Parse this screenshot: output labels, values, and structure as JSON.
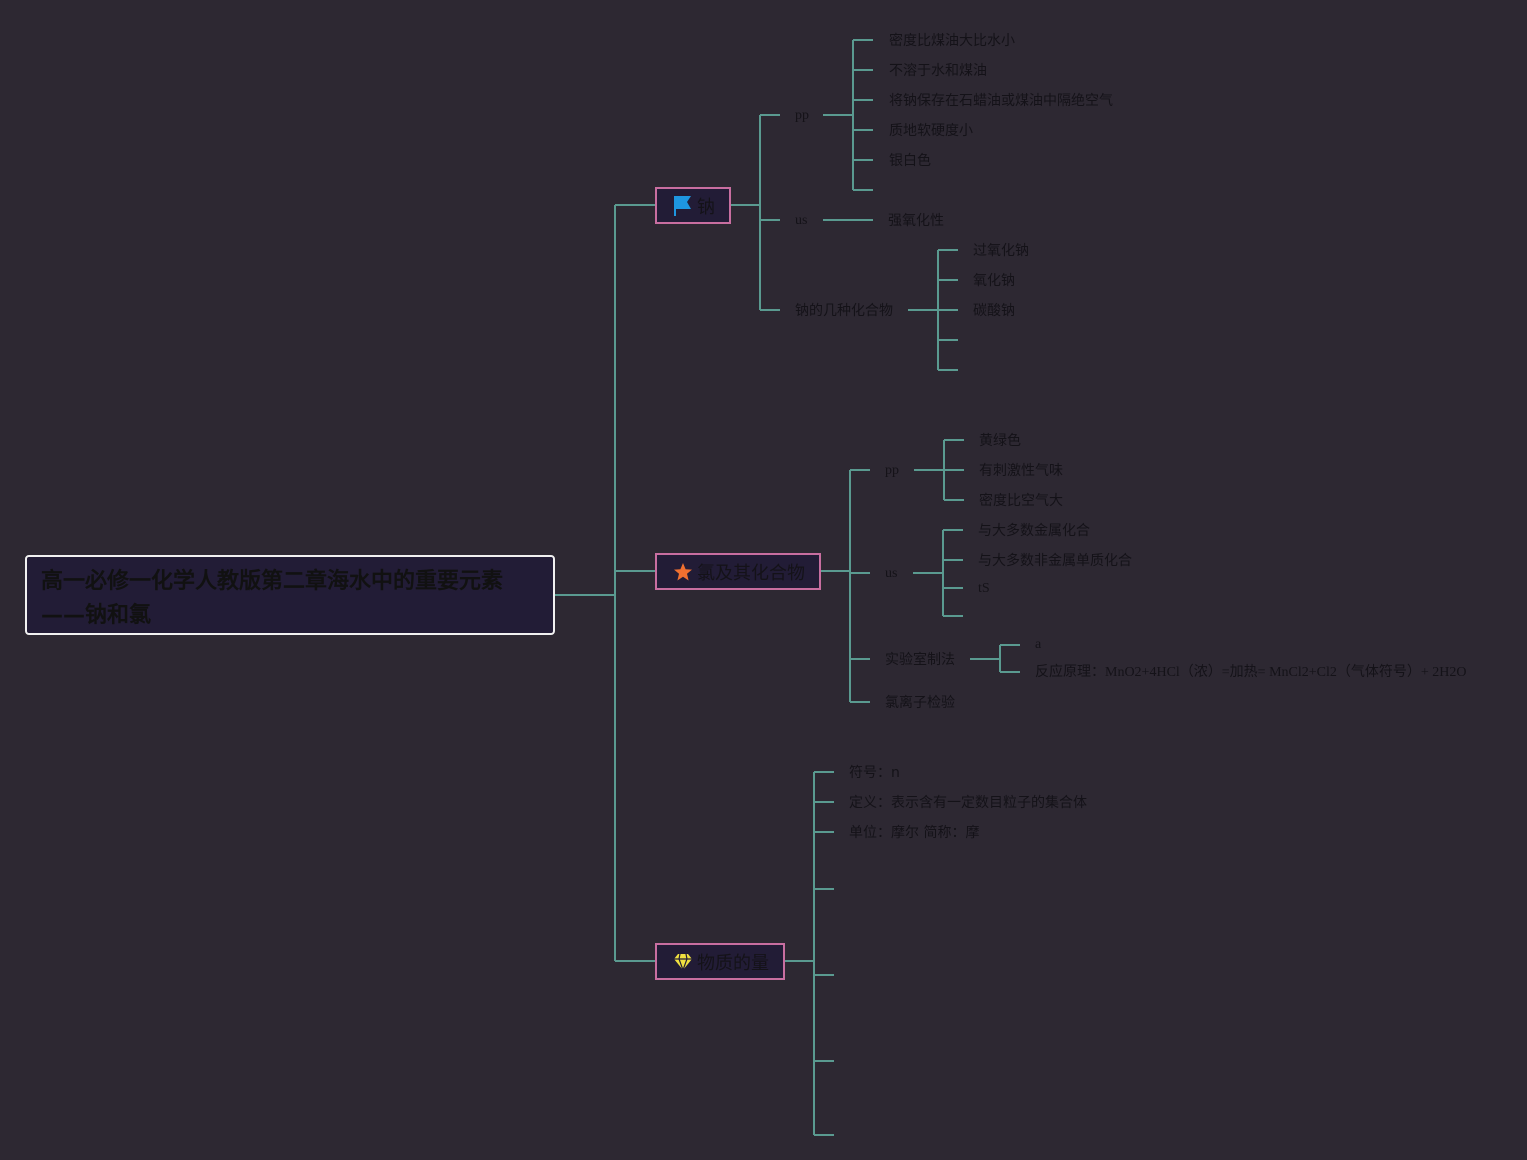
{
  "root": {
    "title": "高一必修一化学人教版第二章海水中的重要元素——钠和氯"
  },
  "branches": {
    "sodium": {
      "label": "钠",
      "icon": "flag-icon",
      "icon_color": "#1e96e0",
      "pp": {
        "label": "pp",
        "items": [
          "密度比煤油大比水小",
          "不溶于水和煤油",
          "将钠保存在石蜡油或煤油中隔绝空气",
          "质地软硬度小",
          "银白色"
        ]
      },
      "us": {
        "label": "us",
        "items": [
          "强氧化性"
        ]
      },
      "compounds": {
        "label": "钠的几种化合物",
        "items": [
          "过氧化钠",
          "氧化钠",
          "碳酸钠"
        ]
      }
    },
    "chlorine": {
      "label": "氯及其化合物",
      "icon": "star-icon",
      "icon_color": "#f07030",
      "pp": {
        "label": "pp",
        "items": [
          "黄绿色",
          "有刺激性气味",
          "密度比空气大"
        ]
      },
      "us": {
        "label": "us",
        "items": [
          "与大多数金属化合",
          "与大多数非金属单质化合",
          "tS"
        ]
      },
      "lab": {
        "label": "实验室制法",
        "items": [
          "a",
          "反应原理：MnO2+4HCl（浓）=加热= MnCl2+Cl2（气体符号）+ 2H2O"
        ]
      },
      "test": {
        "label": "氯离子检验"
      }
    },
    "amount": {
      "label": "物质的量",
      "icon": "diamond-icon",
      "icon_color": "#f0e040",
      "items": [
        "符号：n",
        "定义：表示含有一定数目粒子的集合体",
        "单位：摩尔 简称：摩"
      ]
    }
  },
  "colors": {
    "background": "#2d2832",
    "connector": "#5a9a90",
    "branch_border": "#c86ea0",
    "root_border": "#f0f0f0"
  }
}
